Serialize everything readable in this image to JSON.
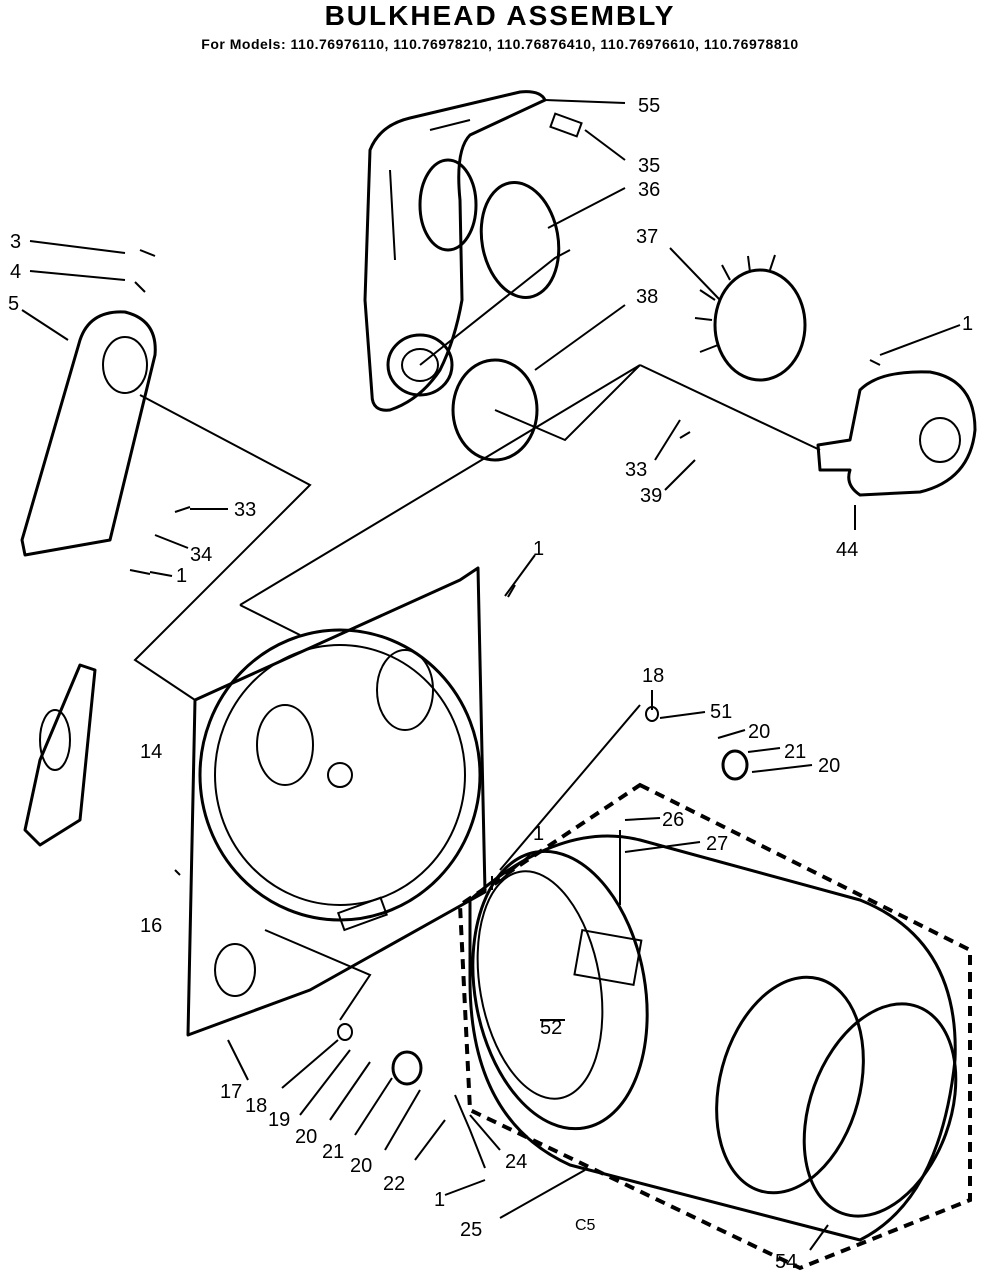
{
  "header": {
    "title": "BULKHEAD ASSEMBLY",
    "models_line": "For Models: 110.76976110, 110.76978210, 110.76876410, 110.76976610, 110.76978810"
  },
  "callouts": [
    "55",
    "35",
    "36",
    "37",
    "38",
    "1",
    "3",
    "4",
    "5",
    "33",
    "34",
    "1",
    "33",
    "39",
    "44",
    "1",
    "14",
    "18",
    "51",
    "20",
    "21",
    "20",
    "26",
    "27",
    "1",
    "16",
    "52",
    "17",
    "18",
    "19",
    "20",
    "21",
    "20",
    "22",
    "24",
    "1",
    "25",
    "54"
  ],
  "footer_code": "C5"
}
